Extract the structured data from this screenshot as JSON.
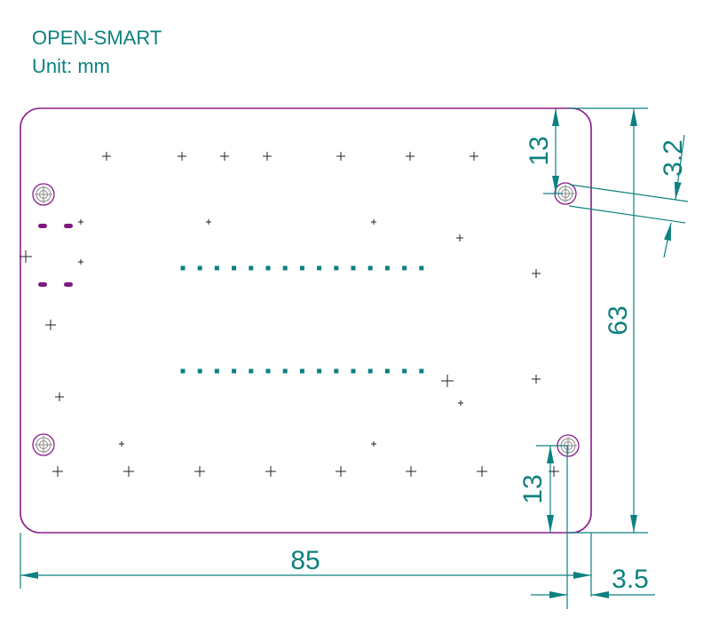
{
  "header": {
    "title": "OPEN-SMART",
    "unit": "Unit: mm"
  },
  "colors": {
    "board_outline": "#8b1a8b",
    "dimension": "#0e8080",
    "crosshair": "#222222",
    "pads": "#0e8080",
    "leds": "#7d1a7d",
    "mount_hole_inner": "#888888"
  },
  "dimensions": {
    "width": "85",
    "height": "63",
    "hole_offset_top": "13",
    "hole_offset_bottom": "13",
    "hole_diameter": "3.2",
    "hole_edge_offset": "3.5"
  },
  "components": {
    "mount_holes": 4,
    "header_rows": 2,
    "pads_per_row": 15,
    "smd_led_pairs": 2
  }
}
